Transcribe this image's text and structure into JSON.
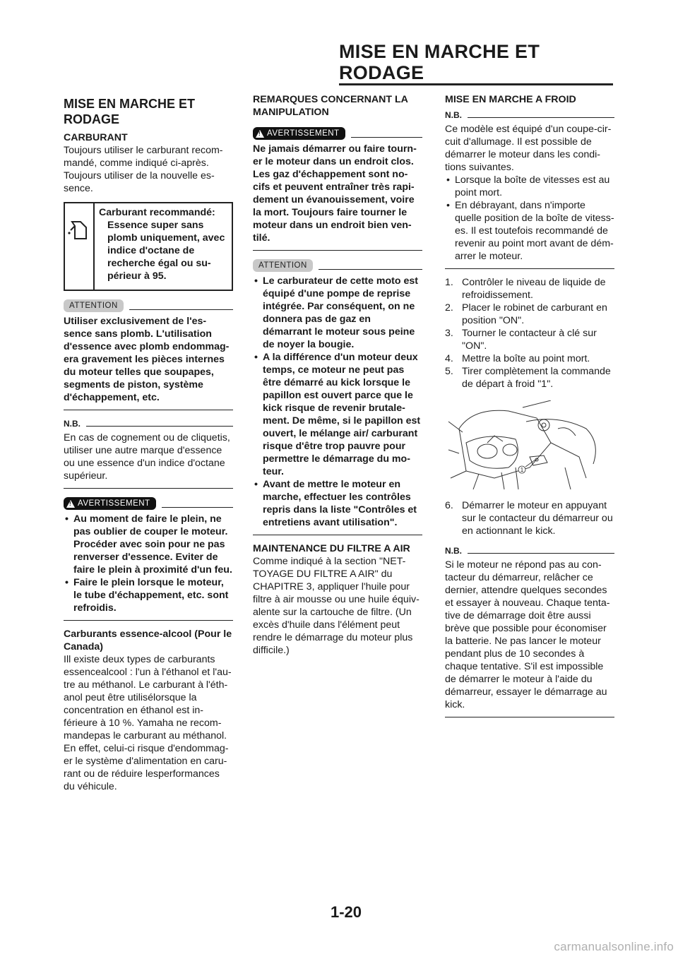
{
  "header": {
    "title": "MISE EN MARCHE ET RODAGE"
  },
  "col1": {
    "section_title": "MISE EN MARCHE ET RODAGE",
    "fuel_heading": "CARBURANT",
    "fuel_text": "Toujours utiliser le carburant recom-mandé, comme indiqué ci-après. Toujours utiliser de la nouvelle es-sence.",
    "fuel_box_title": "Carburant recommandé:",
    "fuel_box_text": "Essence super sans plomb uniquement, avec indice d'octane de recherche égal ou su-périeur à 95.",
    "attention_label": "ATTENTION",
    "attention_text": "Utiliser exclusivement de l'es-sence sans plomb. L'utilisation d'essence avec plomb endommag-era gravement les pièces internes du moteur telles que soupapes, segments de piston, système d'échappement, etc.",
    "nb_label": "N.B.",
    "nb_text": "En cas de cognement ou de cliquetis, utiliser une autre marque d'essence ou une essence d'un indice d'octane supérieur.",
    "warning_label": "AVERTISSEMENT",
    "warning_items": [
      "Au moment de faire le plein, ne pas oublier de couper le moteur. Procéder avec soin pour ne pas renverser d'essence. Eviter de faire le plein à proximité d'un feu.",
      "Faire le plein lorsque le moteur, le tube d'échappement, etc. sont refroidis."
    ],
    "alcohol_heading": "Carburants essence-alcool (Pour le Canada)",
    "alcohol_text": "Ill existe deux types de carburants essencealcool : l'un à l'éthanol et l'au-tre au méthanol. Le carburant à l'éth-anol peut être utilisélorsque la concentration en éthanol est in-férieure à 10 %. Yamaha ne recom-mandepas le carburant au méthanol. En effet, celui-ci risque d'endommag-er le système d'alimentation en caru-rant ou de réduire lesperformances du véhicule."
  },
  "col2": {
    "handling_heading": "REMARQUES CONCERNANT LA MANIPULATION",
    "warning_label": "AVERTISSEMENT",
    "warning_text": "Ne jamais démarrer ou faire tourn-er le moteur dans un endroit clos. Les gaz d'échappement sont no-cifs et peuvent entraîner très rapi-dement un évanouissement, voire la mort. Toujours faire tourner le moteur dans un endroit bien ven-tilé.",
    "attention_label": "ATTENTION",
    "attention_items": [
      "Le carburateur de cette moto est équipé d'une pompe de reprise intégrée. Par conséquent, on ne donnera pas de gaz en démarrant le moteur sous peine de noyer la bougie.",
      "A la différence d'un moteur deux temps, ce moteur ne peut pas être démarré au kick lorsque le papillon est ouvert parce que le kick risque de revenir brutale-ment. De même, si le papillon est ouvert, le mélange air/ carburant risque d'être trop pauvre pour permettre le démarrage du mo-teur.",
      "Avant de mettre le moteur en marche, effectuer les contrôles repris dans la liste \"Contrôles et entretiens avant utilisation\"."
    ],
    "filter_heading": "MAINTENANCE DU FILTRE A AIR",
    "filter_text": "Comme indiqué à la section \"NET-TOYAGE DU FILTRE A AIR\" du CHAPITRE 3, appliquer l'huile pour filtre à air mousse ou une huile équiv-alente sur la cartouche de filtre. (Un excès d'huile dans l'élément peut rendre le démarrage du moteur plus difficile.)"
  },
  "col3": {
    "cold_heading": "MISE EN MARCHE A FROID",
    "nb_label": "N.B.",
    "nb_text": "Ce modèle est équipé d'un coupe-cir-cuit d'allumage. Il est possible de démarrer le moteur dans les condi-tions suivantes.",
    "nb_items": [
      "Lorsque la boîte de vitesses est au point mort.",
      "En débrayant, dans n'importe quelle position de la boîte de vitess-es. Il est toutefois recommandé de revenir au point mort avant de dém-arrer le moteur."
    ],
    "steps": [
      {
        "n": "1.",
        "text": "Contrôler le niveau de liquide de refroidissement."
      },
      {
        "n": "2.",
        "text": "Placer le robinet de carburant en position \"ON\"."
      },
      {
        "n": "3.",
        "text": "Tourner le contacteur à clé sur \"ON\"."
      },
      {
        "n": "4.",
        "text": "Mettre la boîte au point mort."
      },
      {
        "n": "5.",
        "text": "Tirer complètement la commande de départ à froid \"1\"."
      }
    ],
    "figure_callout": "1",
    "step6": {
      "n": "6.",
      "text": "Démarrer le moteur en appuyant sur le contacteur du démarreur ou en actionnant le kick."
    },
    "nb2_label": "N.B.",
    "nb2_text": "Si le moteur ne répond pas au con-tacteur du démarreur, relâcher ce dernier, attendre quelques secondes et essayer à nouveau. Chaque tenta-tive de démarrage doit être aussi brève que possible pour économiser la batterie. Ne pas lancer le moteur pendant plus de 10 secondes à chaque tentative. S'il est impossible de démarrer le moteur à l'aide du démarreur, essayer le démarrage au kick."
  },
  "page_number": "1-20",
  "footer": "carmanualsonline.info"
}
